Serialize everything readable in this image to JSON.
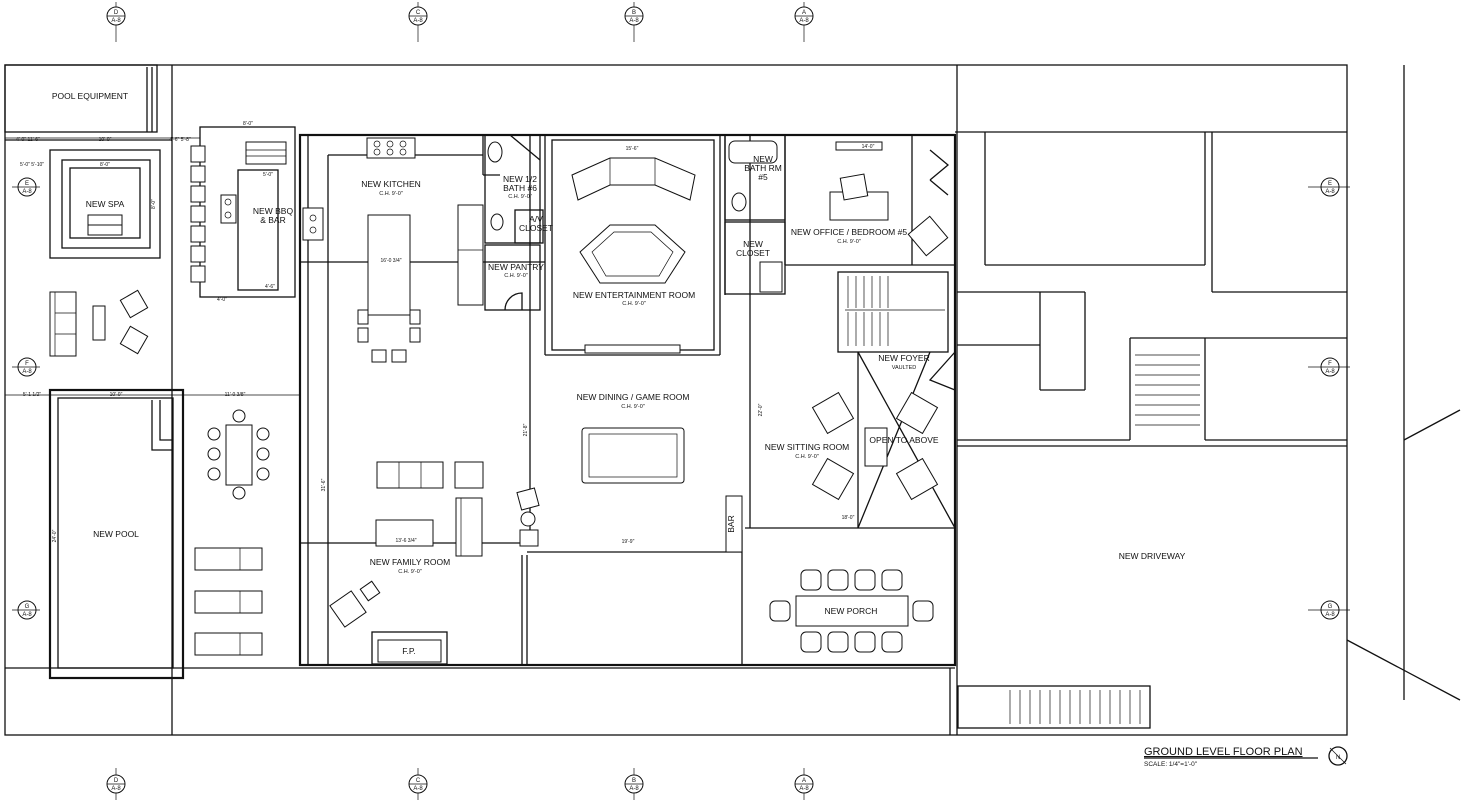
{
  "rooms": {
    "pool_equipment": "POOL EQUIPMENT",
    "spa": "NEW SPA",
    "bbq": "NEW BBQ",
    "bbq_bar": "& BAR",
    "kitchen": "NEW KITCHEN",
    "kitchen_ch": "C.H. 9'-0\"",
    "half_bath_1": "NEW 1/2",
    "half_bath_2": "BATH #6",
    "half_bath_ch": "C.H. 9'-0\"",
    "av_closet_1": "A/V",
    "av_closet_2": "CLOSET",
    "pantry": "NEW PANTRY",
    "pantry_ch": "C.H. 9'-0\"",
    "entertainment": "NEW ENTERTAINMENT ROOM",
    "entertainment_ch": "C.H. 9'-0\"",
    "bath5_1": "NEW",
    "bath5_2": "BATH RM",
    "bath5_3": "#5",
    "closet_1": "NEW",
    "closet_2": "CLOSET",
    "office": "NEW OFFICE / BEDROOM #5",
    "office_ch": "C.H. 9'-0\"",
    "foyer": "NEW FOYER",
    "foyer_sub": "VAULTED",
    "open_above": "OPEN TO ABOVE",
    "dining": "NEW DINING / GAME ROOM",
    "dining_ch": "C.H. 9'-0\"",
    "sitting": "NEW SITTING ROOM",
    "sitting_ch": "C.H. 9'-0\"",
    "bar": "BAR",
    "pool": "NEW POOL",
    "family": "NEW FAMILY ROOM",
    "family_ch": "C.H. 9'-0\"",
    "fireplace": "F.P.",
    "porch": "NEW PORCH",
    "driveway": "NEW DRIVEWAY"
  },
  "dimensions": {
    "d1": "4'-0\" 11'-6\"",
    "d2": "10'-0\"",
    "d3": "4'-6\" 5'-8\"",
    "d4": "8'-0\"",
    "d5": "5'-0\" 5'-10\"",
    "d6": "8'-0\"",
    "d7": "8'-0\"",
    "d8": "5'-0\"",
    "d9": "4'-0\"",
    "d10": "4'-6\"",
    "d11": "5'-1 1/2\"",
    "d12": "10'-0\"",
    "d13": "11'-0 3/8\"",
    "d14": "15'-6\"",
    "d15": "16'-0 3/4\"",
    "d16": "14'-0\"",
    "d17": "13'-6 3/4\"",
    "d18": "19'-9\"",
    "d19": "18'-0\"",
    "d20": "24'-0\"",
    "d21": "31'-6\"",
    "d22": "21'-8\"",
    "d23": "22'-0\""
  },
  "section_markers": {
    "top": [
      {
        "letter": "D",
        "sheet": "A-8"
      },
      {
        "letter": "C",
        "sheet": "A-8"
      },
      {
        "letter": "B",
        "sheet": "A-8"
      },
      {
        "letter": "A",
        "sheet": "A-8"
      }
    ],
    "bottom": [
      {
        "letter": "D",
        "sheet": "A-8"
      },
      {
        "letter": "C",
        "sheet": "A-8"
      },
      {
        "letter": "B",
        "sheet": "A-8"
      },
      {
        "letter": "A",
        "sheet": "A-8"
      }
    ],
    "left": [
      {
        "letter": "E",
        "sheet": "A-8"
      },
      {
        "letter": "F",
        "sheet": "A-8"
      },
      {
        "letter": "G",
        "sheet": "A-8"
      }
    ],
    "right": [
      {
        "letter": "E",
        "sheet": "A-8"
      },
      {
        "letter": "F",
        "sheet": "A-8"
      },
      {
        "letter": "G",
        "sheet": "A-8"
      }
    ]
  },
  "title_block": {
    "title": "GROUND LEVEL FLOOR PLAN",
    "scale": "SCALE: 1/4\"=1'-0\"",
    "north": "N"
  }
}
